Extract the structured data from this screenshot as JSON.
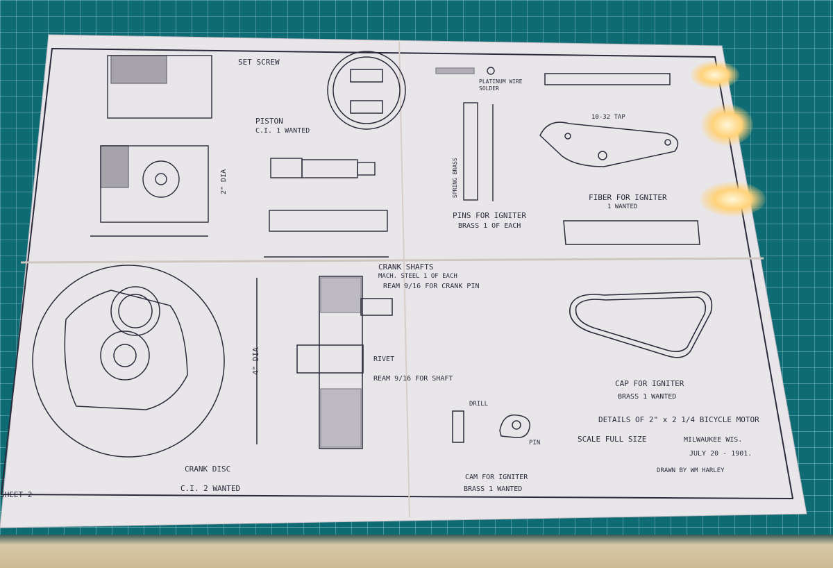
{
  "sheet": {
    "sheet_no": "SHEET 2",
    "title_block": {
      "title": "DETAILS OF 2\" x 2 1/4 BICYCLE MOTOR",
      "scale": "SCALE FULL SIZE",
      "place": "MILWAUKEE WIS.",
      "date": "JULY 20 - 1901.",
      "drawn_by": "DRAWN BY WM HARLEY"
    },
    "parts": {
      "set_screw": "SET SCREW",
      "piston": "PISTON",
      "piston_qty": "C.I. 1 WANTED",
      "crank_shafts": "CRANK SHAFTS",
      "crank_shafts_qty": "MACH. STEEL 1 OF EACH",
      "pins": "PINS FOR IGNITER",
      "pins_qty": "BRASS 1 OF EACH",
      "platinum_wire": "PLATINUM WIRE",
      "solder": "SOLDER",
      "spring_brass": "SPRING BRASS",
      "fiber": "FIBER FOR IGNITER",
      "fiber_qty": "1 WANTED",
      "tap": "10-32 TAP",
      "ream_crank": "REAM 9/16 FOR CRANK PIN",
      "ream_shaft": "REAM 9/16 FOR SHAFT",
      "rivet": "RIVET",
      "crank_disc": "CRANK DISC",
      "crank_disc_qty": "C.I. 2 WANTED",
      "dia4": "4\" DIA",
      "dia2": "2\" DIA",
      "cap": "CAP FOR IGNITER",
      "cap_qty": "BRASS 1 WANTED",
      "cam": "CAM FOR IGNITER",
      "cam_qty": "BRASS 1 WANTED",
      "drill": "DRILL",
      "pin": "PIN"
    }
  }
}
